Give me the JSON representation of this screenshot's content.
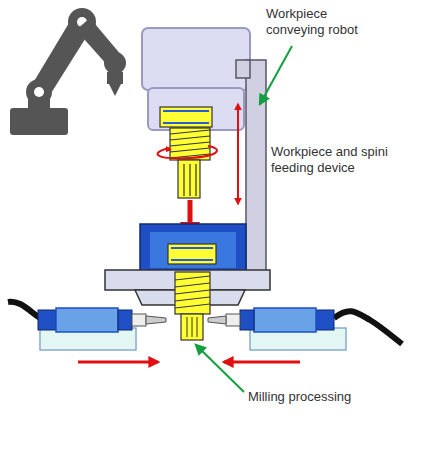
{
  "diagram": {
    "labels": [
      "Workpiece conveying robot",
      "Workpiece and spini feeding device",
      "Milling processing"
    ]
  }
}
